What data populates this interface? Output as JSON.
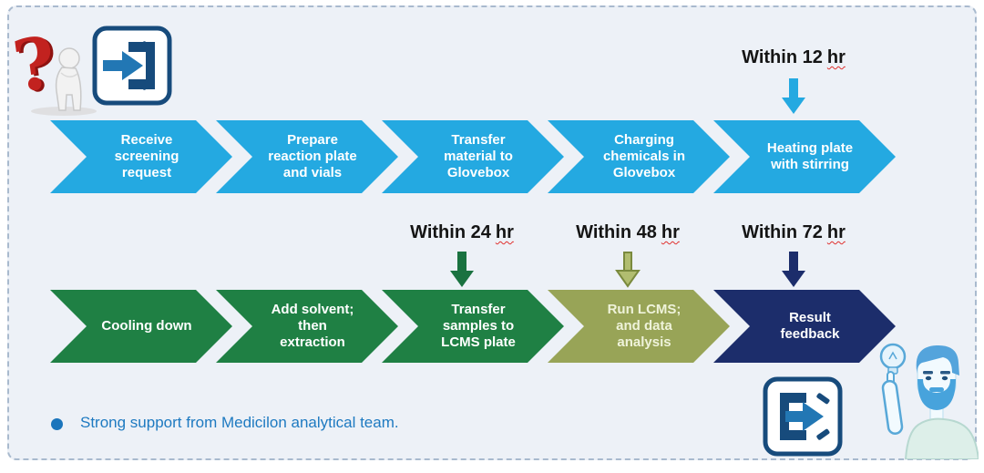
{
  "flow": {
    "rows": [
      {
        "steps": [
          {
            "label": "Receive screening request"
          },
          {
            "label": "Prepare reaction plate and vials"
          },
          {
            "label": "Transfer material to Glovebox"
          },
          {
            "label": "Charging chemicals in Glovebox"
          },
          {
            "label": "Heating plate with stirring"
          }
        ]
      },
      {
        "steps": [
          {
            "label": "Cooling down"
          },
          {
            "label": "Add solvent; then extraction"
          },
          {
            "label": "Transfer samples to LCMS plate"
          },
          {
            "label": "Run LCMS; and data analysis"
          },
          {
            "label": "Result feedback"
          }
        ]
      }
    ],
    "milestones": [
      {
        "prefix": "Within 12",
        "unit": "hr"
      },
      {
        "prefix": "Within 24",
        "unit": "hr"
      },
      {
        "prefix": "Within 48",
        "unit": "hr"
      },
      {
        "prefix": "Within 72",
        "unit": "hr"
      }
    ]
  },
  "footer": {
    "note": "Strong support from Medicilon analytical team."
  },
  "icons": {
    "top_left": [
      "question-mark-thinker-icon",
      "login-door-arrow-icon"
    ],
    "bottom_right": [
      "logout-door-arrow-icon",
      "lightbulb-icon",
      "idea-person-icon"
    ]
  },
  "colors": {
    "step_blue": "#24A9E1",
    "step_green": "#1F8044",
    "step_olive": "#98A457",
    "step_navy": "#1C2D6B",
    "arrow_12hr": "#24A9E1",
    "arrow_24hr": "#1A7240",
    "arrow_48hr_fill": "#B1BD70",
    "arrow_48hr_stroke": "#7A8A3E",
    "arrow_72hr": "#1C2D6B",
    "milestone_text": "#151515",
    "squiggle_red": "#E0302E",
    "note_blue": "#1E7AC1",
    "panel_bg": "#EDF1F7",
    "icon_navy": "#174B7C",
    "icon_arrow_blue": "#2277B4",
    "question_red": "#C2221F"
  }
}
